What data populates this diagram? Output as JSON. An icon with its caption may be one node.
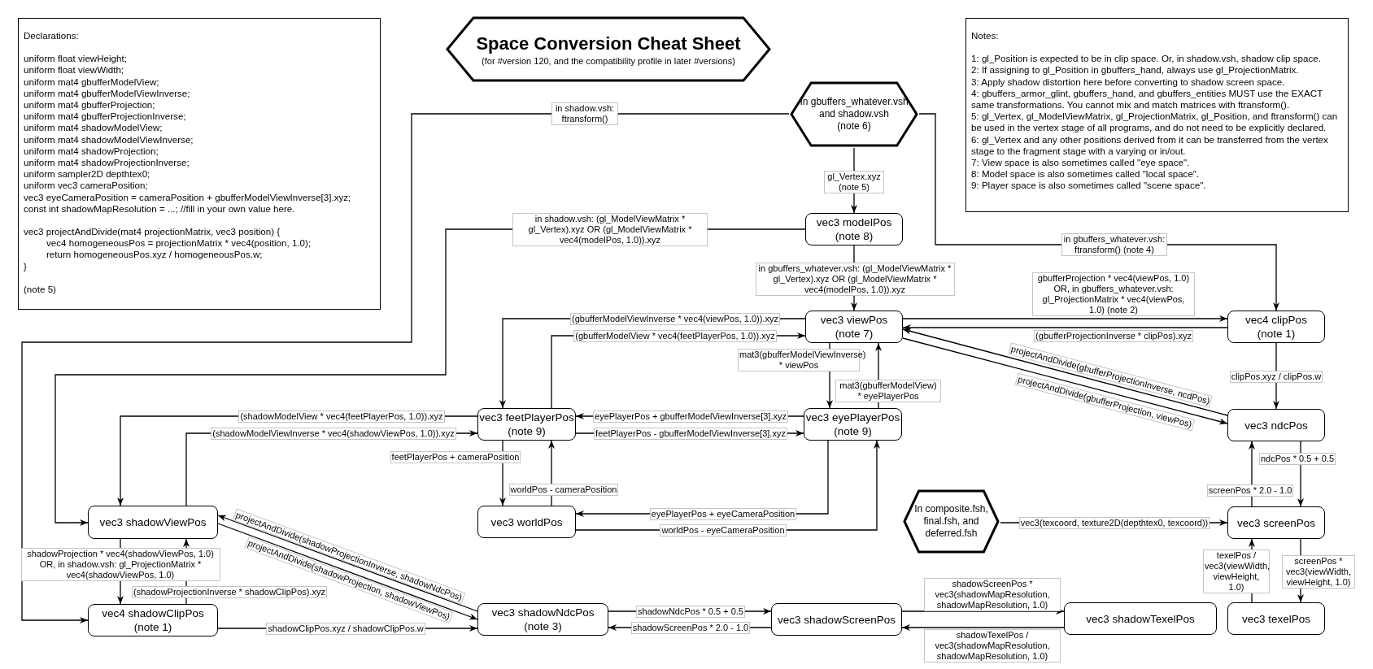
{
  "diagram": {
    "nodes": [
      {
        "text": [
          "Declarations:",
          "uniform float viewHeight;",
          "uniform float viewWidth;",
          "uniform mat4 gbufferModelView;",
          "uniform mat4 gbufferModelViewInverse;",
          "uniform mat4 gbufferProjection;",
          "uniform mat4 gbufferProjectionInverse;",
          "uniform mat4 shadowModelView;",
          "uniform mat4 shadowModelViewInverse;",
          "uniform mat4 shadowProjection;",
          "uniform mat4 shadowProjectionInverse;",
          "uniform sampler2D depthtex0;",
          "uniform vec3 cameraPosition;",
          "vec3 eyeCameraPosition = cameraPosition + gbufferModelViewInverse[3].xyz;",
          "const int shadowMapResolution = ...; //fill in your own value here.",
          "vec3 projectAndDivide(mat4 projectionMatrix, vec3 position) {",
          "vec4 homogeneousPos = projectionMatrix * vec4(position, 1.0);",
          "return homogeneousPos.xyz / homogeneousPos.w;",
          "}",
          "(note 5)"
        ]
      },
      {
        "text": [
          "Space Conversion Cheat Sheet",
          "(for #version 120, and the compatibility profile in later #versions)"
        ]
      },
      {
        "text": [
          "Notes:",
          "1: gl_Position is expected to be in clip space. Or, in shadow.vsh, shadow clip space.",
          "2: If assigning to gl_Position in gbuffers_hand, always use gl_ProjectionMatrix.",
          "3: Apply shadow distortion here before converting to shadow screen space.",
          "4: gbuffers_armor_glint, gbuffers_hand, and gbuffers_entities MUST use the EXACT same transformations. You cannot mix and match matrices with ftransform().",
          "5: gl_Vertex, gl_ModelViewMatrix, gl_ProjectionMatrix, gl_Position, and ftransform() can be used in the vertex stage of all programs, and do not need to be explicitly declared.",
          "6: gl_Vertex and any other positions derived from it can be transferred from the vertex stage to the fragment stage with a varying or in/out.",
          "7: View space is also sometimes called \"eye space\".",
          "8: Model space is also sometimes called \"local space\".",
          "9: Player space is also sometimes called \"scene space\"."
        ]
      },
      {
        "text": [
          "In gbuffers_whatever.vsh and shadow.vsh",
          "(note 6)"
        ]
      },
      {
        "text": [
          "vec3 modelPos",
          "(note 8)"
        ]
      },
      {
        "text": [
          "vec3 viewPos",
          "(note 7)"
        ]
      },
      {
        "text": [
          "vec4 clipPos",
          "(note 1)"
        ]
      },
      {
        "text": [
          "vec3 feetPlayerPos",
          "(note 9)"
        ]
      },
      {
        "text": [
          "vec3 eyePlayerPos",
          "(note 9)"
        ]
      },
      {
        "text": [
          "vec3 ndcPos"
        ]
      },
      {
        "text": [
          "vec3 shadowViewPos"
        ]
      },
      {
        "text": [
          "vec3 worldPos"
        ]
      },
      {
        "text": [
          "In composite.fsh, final.fsh, and deferred.fsh"
        ]
      },
      {
        "text": [
          "vec3 screenPos"
        ]
      },
      {
        "text": [
          "vec4 shadowClipPos",
          "(note 1)"
        ]
      },
      {
        "text": [
          "vec3 shadowNdcPos",
          "(note 3)"
        ]
      },
      {
        "text": [
          "vec3 shadowScreenPos"
        ]
      },
      {
        "text": [
          "vec3 shadowTexelPos"
        ]
      },
      {
        "text": [
          "vec3 texelPos"
        ]
      }
    ],
    "edges": [
      {
        "from": 3,
        "to": 14,
        "arrow": "to",
        "label": "in shadow.vsh: ftransform()"
      },
      {
        "from": 3,
        "to": 4,
        "arrow": "to",
        "label": "gl_Vertex.xyz (note 5)"
      },
      {
        "from": 3,
        "to": 6,
        "arrow": "to",
        "label": "in gbuffers_whatever.vsh: ftransform() (note 4)"
      },
      {
        "from": 4,
        "to": 10,
        "arrow": "to",
        "label": "in shadow.vsh: (gl_ModelViewMatrix * gl_Vertex).xyz OR (gl_ModelViewMatrix * vec4(modelPos, 1.0)).xyz"
      },
      {
        "from": 4,
        "to": 5,
        "arrow": "to",
        "label": "in gbuffers_whatever.vsh: (gl_ModelViewMatrix * gl_Vertex).xyz OR (gl_ModelViewMatrix * vec4(modelPos, 1.0)).xyz"
      },
      {
        "from": 5,
        "to": 6,
        "arrow": "to",
        "label": "gbufferProjection * vec4(viewPos, 1.0) OR, in gbuffers_whatever.vsh: gl_ProjectionMatrix * vec4(viewPos, 1.0) (note 2)"
      },
      {
        "from": 6,
        "to": 5,
        "arrow": "to",
        "label": "(gbufferProjectionInverse * clipPos).xyz"
      },
      {
        "from": 9,
        "to": 5,
        "arrow": "to",
        "label": "projectAndDivide(gbufferProjectionInverse, ncdPos)"
      },
      {
        "from": 5,
        "to": 9,
        "arrow": "to",
        "label": "projectAndDivide(gbufferProjection, viewPos)"
      },
      {
        "from": 6,
        "to": 9,
        "arrow": "to",
        "label": "clipPos.xyz / clipPos.w"
      },
      {
        "from": 5,
        "to": 7,
        "arrow": "to",
        "label": "(gbufferModelViewInverse * vec4(viewPos, 1.0)).xyz"
      },
      {
        "from": 7,
        "to": 5,
        "arrow": "to",
        "label": "(gbufferModelView * vec4(feetPlayerPos, 1.0)).xyz"
      },
      {
        "from": 5,
        "to": 8,
        "arrow": "to",
        "label": "mat3(gbufferModelViewInverse) * viewPos"
      },
      {
        "from": 8,
        "to": 5,
        "arrow": "to",
        "label": "mat3(gbufferModelView) * eyePlayerPos"
      },
      {
        "from": 7,
        "to": 10,
        "arrow": "to",
        "label": "(shadowModelView * vec4(feetPlayerPos, 1.0)).xyz"
      },
      {
        "from": 10,
        "to": 7,
        "arrow": "to",
        "label": "(shadowModelViewInverse * vec4(shadowViewPos, 1.0)).xyz"
      },
      {
        "from": 8,
        "to": 7,
        "arrow": "to",
        "label": "eyePlayerPos + gbufferModelViewInverse[3].xyz"
      },
      {
        "from": 7,
        "to": 8,
        "arrow": "to",
        "label": "feetPlayerPos - gbufferModelViewInverse[3].xyz"
      },
      {
        "from": 7,
        "to": 11,
        "arrow": "to",
        "label": "feetPlayerPos + cameraPosition"
      },
      {
        "from": 11,
        "to": 7,
        "arrow": "to",
        "label": "worldPos - cameraPosition"
      },
      {
        "from": 8,
        "to": 11,
        "arrow": "to",
        "label": "eyePlayerPos + eyeCameraPosition"
      },
      {
        "from": 11,
        "to": 8,
        "arrow": "to",
        "label": "worldPos - eyeCameraPosition"
      },
      {
        "from": 10,
        "to": 14,
        "arrow": "to",
        "label": "shadowProjection * vec4(shadowViewPos, 1.0) OR, in shadow.vsh: gl_ProjectionMatrix * vec4(shadowViewPos, 1.0)"
      },
      {
        "from": 14,
        "to": 10,
        "arrow": "to",
        "label": "(shadowProjectionInverse * shadowClipPos).xyz"
      },
      {
        "from": 15,
        "to": 10,
        "arrow": "to",
        "label": "projectAndDivide(shadowProjectionInverse, shadowNdcPos)"
      },
      {
        "from": 10,
        "to": 15,
        "arrow": "to",
        "label": "projectAndDivide(shadowProjection, shadowViewPos)"
      },
      {
        "from": 14,
        "to": 15,
        "arrow": "to",
        "label": "shadowClipPos.xyz / shadowClipPos.w"
      },
      {
        "from": 15,
        "to": 16,
        "arrow": "to",
        "label": "shadowNdcPos * 0.5 + 0.5"
      },
      {
        "from": 16,
        "to": 15,
        "arrow": "to",
        "label": "shadowScreenPos * 2.0 - 1.0"
      },
      {
        "from": 16,
        "to": 17,
        "arrow": "to",
        "label": "shadowScreenPos * vec3(shadowMapResolution, shadowMapResolution, 1.0)"
      },
      {
        "from": 17,
        "to": 16,
        "arrow": "to",
        "label": "shadowTexelPos / vec3(shadowMapResolution, shadowMapResolution, 1.0)"
      },
      {
        "from": 9,
        "to": 13,
        "arrow": "to",
        "label": "ndcPos * 0.5 + 0.5"
      },
      {
        "from": 13,
        "to": 9,
        "arrow": "to",
        "label": "screenPos * 2.0 - 1.0"
      },
      {
        "from": 12,
        "to": 13,
        "arrow": "to",
        "label": "vec3(texcoord, texture2D(depthtex0, texcoord))"
      },
      {
        "from": 13,
        "to": 18,
        "arrow": "to",
        "label": "screenPos * vec3(viewWidth, viewHeight, 1.0)"
      },
      {
        "from": 18,
        "to": 13,
        "arrow": "to",
        "label": "texelPos / vec3(viewWidth, viewHeight, 1.0)"
      }
    ]
  }
}
